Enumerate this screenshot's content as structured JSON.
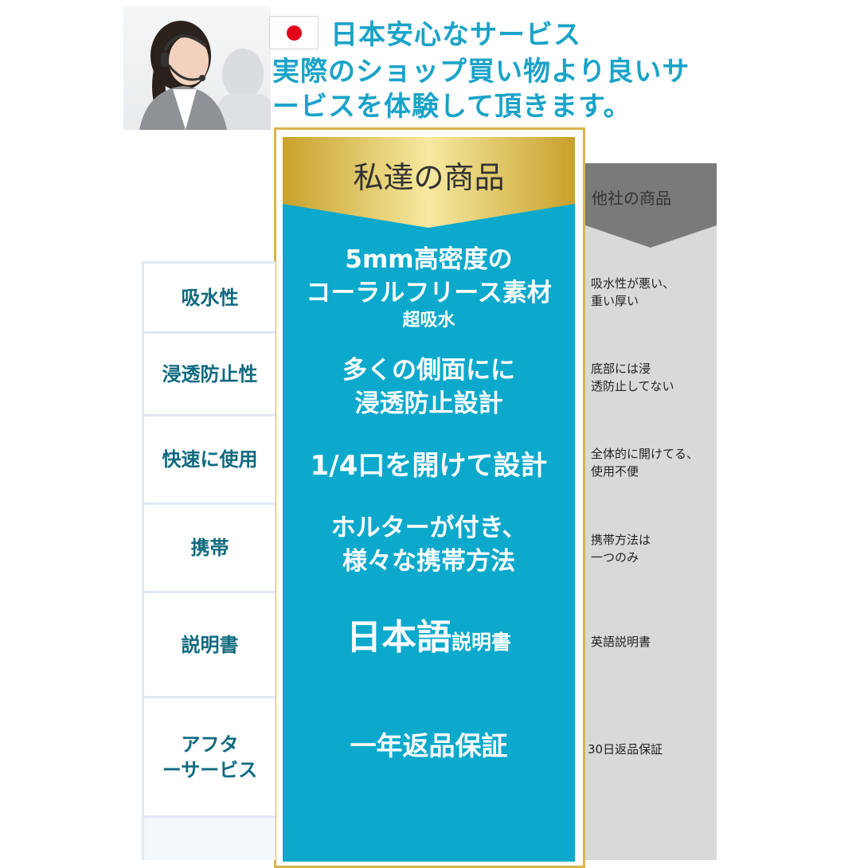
{
  "header": {
    "flag_icon": "japan-flag-icon",
    "line1": "日本安心なサービス",
    "line2": "実際のショップ買い物より良いサ",
    "line3": "ービスを体験して頂きます。",
    "accent_color": "#1aa3c8"
  },
  "comparison": {
    "our_title": "私達の商品",
    "other_title": "他社の商品",
    "rows": [
      {
        "label": "吸水性",
        "our_line1": "5mm高密度の",
        "our_line2": "コーラルフリース素材",
        "our_line3": "超吸水",
        "other_line1": "吸水性が悪い、",
        "other_line2": "重い厚い"
      },
      {
        "label": "浸透防止性",
        "our_line1": "多くの側面にに",
        "our_line2": "浸透防止設計",
        "other_line1": "底部には浸",
        "other_line2": "透防止してない"
      },
      {
        "label": "快速に使用",
        "our_line1": "1/4口を開けて設計",
        "other_line1": "全体的に開けてる、",
        "other_line2": "使用不便"
      },
      {
        "label": "携帯",
        "our_line1": "ホルターが付き、",
        "our_line2": "様々な携帯方法",
        "other_line1": "携帯方法は",
        "other_line2": "一つのみ"
      },
      {
        "label": "説明書",
        "our_big": "日本語",
        "our_small": "説明書",
        "other_line1": "英語説明書"
      },
      {
        "label_line1": "アフタ",
        "label_line2": "ーサービス",
        "our_line1": "一年返品保証",
        "other_line1": "30日返品保証"
      }
    ],
    "colors": {
      "our_bg": "#0ca9cc",
      "gold_border": "#d9b54a",
      "other_bg": "#d9d9d9",
      "other_header_bg": "#7a7a7a",
      "label_text": "#0f6a80"
    }
  }
}
